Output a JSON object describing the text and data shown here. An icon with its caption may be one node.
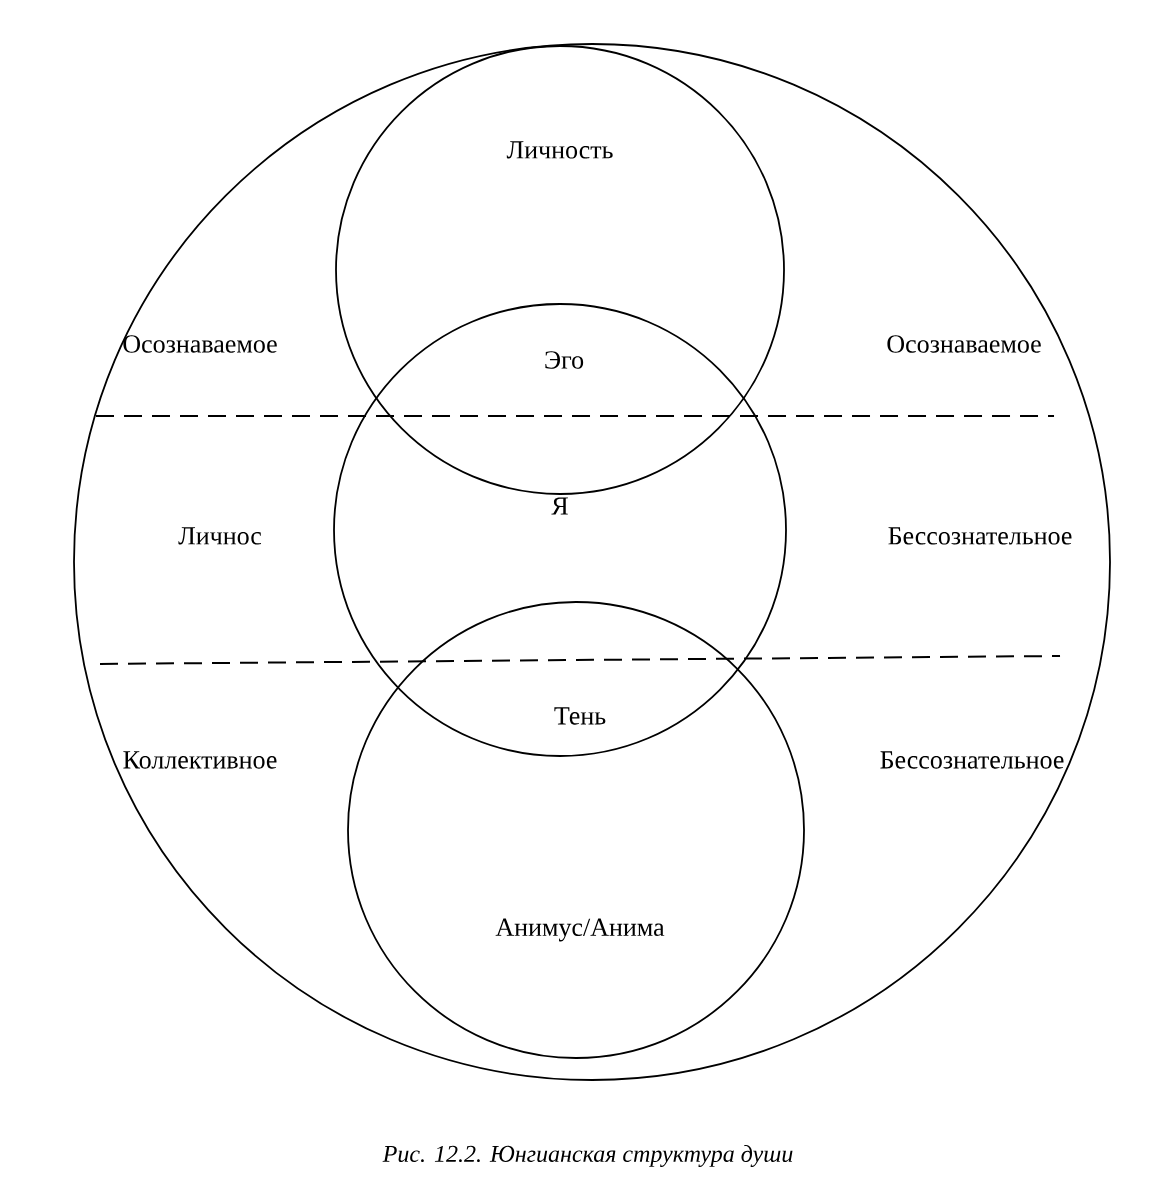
{
  "diagram": {
    "caption": "Рис. 12.2. Юнгианская структура души",
    "nodes": [
      {
        "text": [],
        "shape": "circle"
      },
      {
        "text": [
          "Личность"
        ],
        "in": 0
      },
      {
        "text": [
          "Я"
        ],
        "in": 0
      },
      {
        "text": [
          "Анимус/Анима"
        ],
        "in": 0
      }
    ],
    "labels": [
      "Осознаваемое",
      "Эго",
      "Осознаваемое",
      "Личнос",
      "Бессознательное",
      "Коллективное",
      "Тень",
      "Бессознательное"
    ]
  }
}
